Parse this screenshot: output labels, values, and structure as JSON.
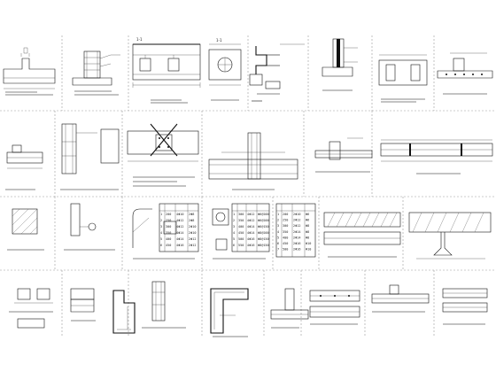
{
  "sheet": {
    "background": "#ffffff",
    "line_color": "#111111",
    "panel_grid": "4 rows of small construction detail drawings (CAD)"
  },
  "tables": {
    "t1": {
      "rows": [
        [
          "1",
          "200",
          "4Φ10",
          "2Φ8"
        ],
        [
          "2",
          "250",
          "4Φ12",
          "2Φ8"
        ],
        [
          "3",
          "300",
          "4Φ12",
          "2Φ10"
        ],
        [
          "4",
          "350",
          "4Φ14",
          "2Φ10"
        ],
        [
          "5",
          "400",
          "4Φ14",
          "2Φ12"
        ],
        [
          "6",
          "450",
          "4Φ16",
          "2Φ12"
        ]
      ]
    },
    "t2": {
      "rows": [
        [
          "1",
          "300",
          "4Φ12",
          "Φ6@200"
        ],
        [
          "2",
          "350",
          "4Φ12",
          "Φ6@200"
        ],
        [
          "3",
          "400",
          "4Φ14",
          "Φ6@150"
        ],
        [
          "4",
          "450",
          "4Φ14",
          "Φ8@200"
        ],
        [
          "5",
          "500",
          "4Φ16",
          "Φ8@150"
        ],
        [
          "6",
          "550",
          "4Φ16",
          "Φ8@150"
        ]
      ]
    },
    "t3": {
      "rows": [
        [
          "1",
          "200",
          "2Φ10",
          "Φ6"
        ],
        [
          "2",
          "250",
          "2Φ12",
          "Φ6"
        ],
        [
          "3",
          "300",
          "2Φ12",
          "Φ8"
        ],
        [
          "4",
          "350",
          "2Φ14",
          "Φ8"
        ],
        [
          "5",
          "400",
          "2Φ14",
          "Φ8"
        ],
        [
          "6",
          "450",
          "2Φ16",
          "Φ10"
        ],
        [
          "7",
          "500",
          "2Φ16",
          "Φ10"
        ]
      ]
    }
  }
}
